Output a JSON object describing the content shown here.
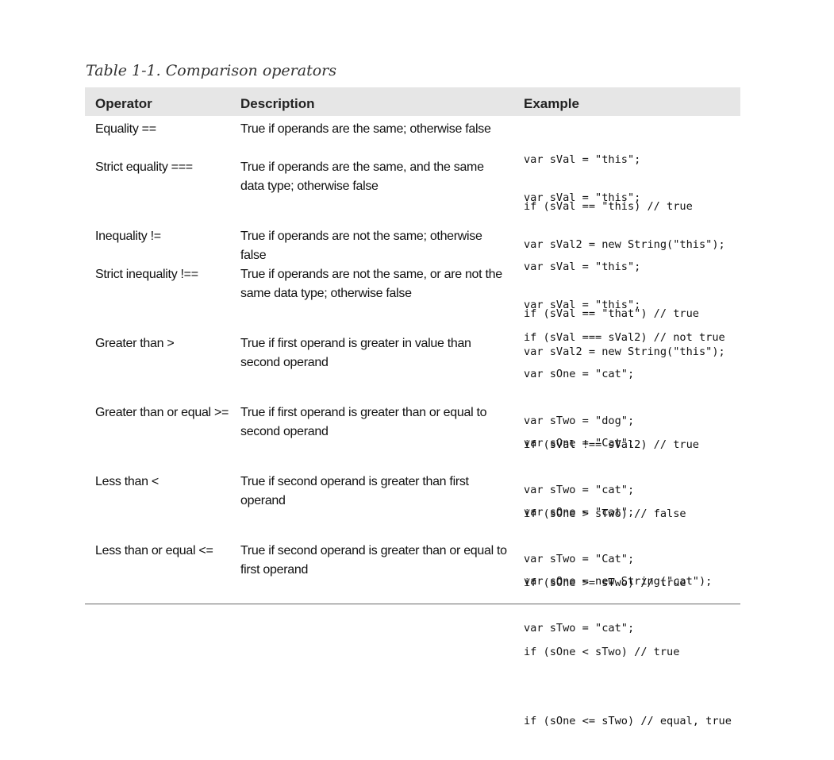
{
  "caption": "Table 1-1. Comparison operators",
  "headers": {
    "operator": "Operator",
    "description": "Description",
    "example": "Example"
  },
  "rows": [
    {
      "operator": "Equality ==",
      "description": "True if operands are the same; otherwise false",
      "example": [
        "var sVal = \"this\";",
        "if (sVal == \"this) // true"
      ],
      "example2": []
    },
    {
      "operator": "Strict equality ===",
      "description": "True if operands are the same, and the same data type; otherwise false",
      "example": [
        "var sVal = \"this\";",
        "var sVal2 = new String(\"this\");"
      ],
      "example2": [
        "if (sVal === sVal2) // not true"
      ]
    },
    {
      "operator": "Inequality !=",
      "description": "True if operands are not the same; otherwise false",
      "example": [
        "var sVal = \"this\";",
        "if (sVal == \"that\") // true"
      ],
      "example2": []
    },
    {
      "operator": "Strict inequality !==",
      "description": "True if operands are not the same, or are not the same data type; otherwise false",
      "example": [
        "var sVal = \"this\";",
        "var sVal2 = new String(\"this\");"
      ],
      "example2": [
        "if (sVal !== sVal2) // true"
      ]
    },
    {
      "operator": "Greater than >",
      "description": "True if first operand is greater in value than second operand",
      "example": [
        "var sOne = \"cat\";",
        "var sTwo = \"dog\";"
      ],
      "example2": [
        "if (sOne > sTwo) // false"
      ]
    },
    {
      "operator": "Greater than or equal >=",
      "description": "True if first operand is greater than or equal to second operand",
      "example": [
        "var sOne = \"Cat\";",
        "var sTwo = \"cat\";"
      ],
      "example2": [
        "if (sOne >= sTwo) // true"
      ]
    },
    {
      "operator": "Less than <",
      "description": "True if second operand is greater than first operand",
      "example": [
        "var sOne = \"cat\";",
        "var sTwo = \"Cat\";"
      ],
      "example2": [
        "if (sOne < sTwo) // true"
      ]
    },
    {
      "operator": "Less than or equal <=",
      "description": "True if second operand is greater than or equal to first operand",
      "example": [
        "var sOne = new String(\"cat\");",
        "var sTwo = \"cat\";"
      ],
      "example2": [
        "if (sOne <= sTwo) // equal, true"
      ]
    }
  ]
}
